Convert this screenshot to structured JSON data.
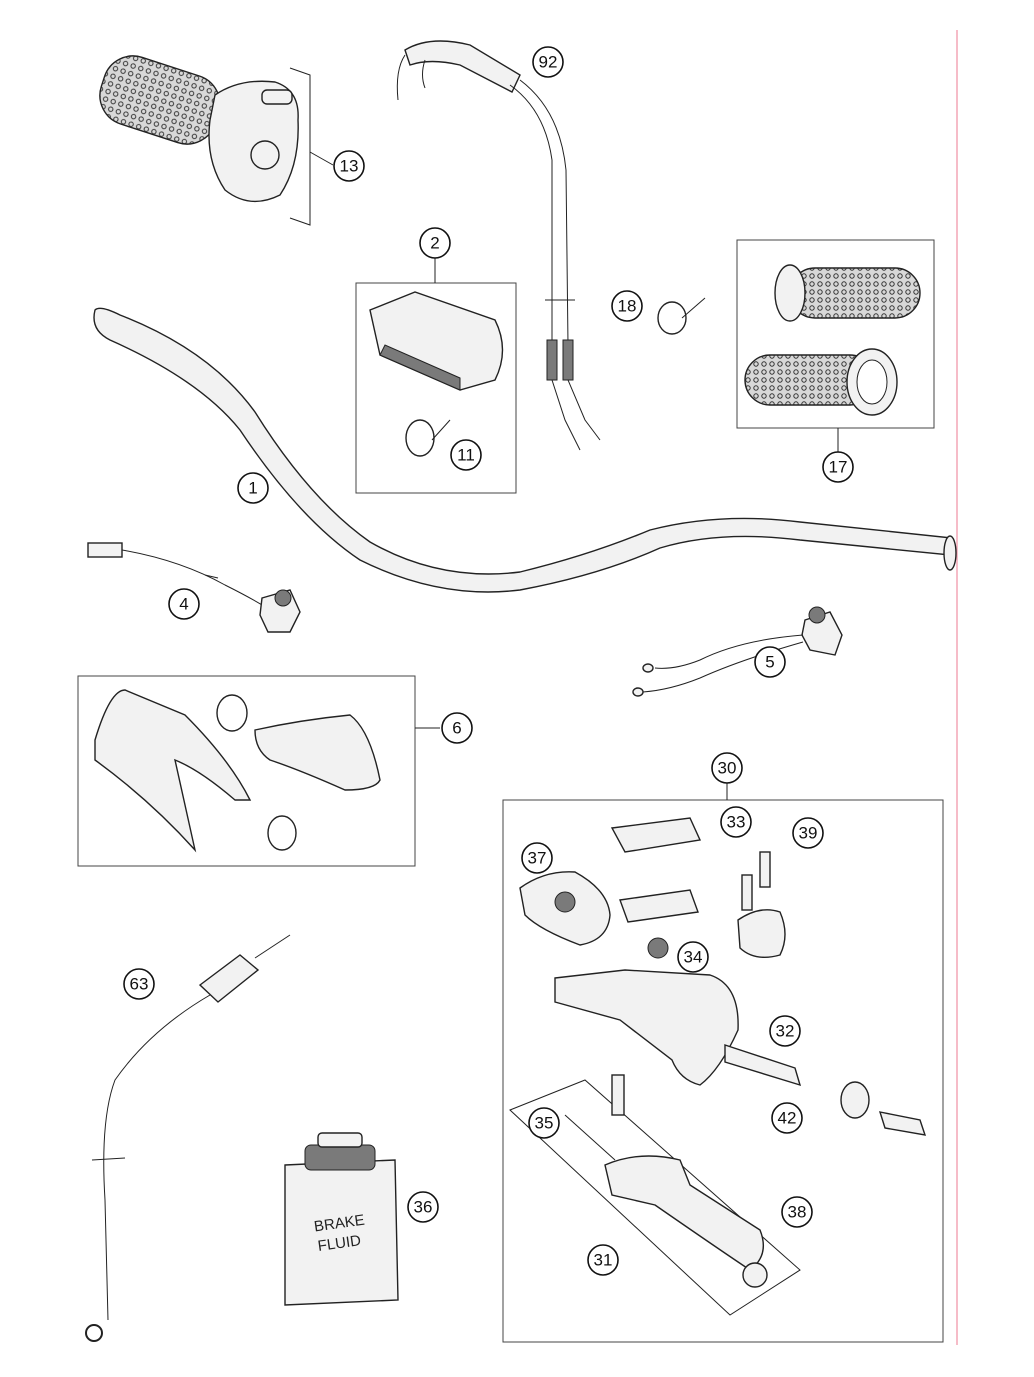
{
  "callouts": {
    "c1": "1",
    "c2": "2",
    "c4": "4",
    "c5": "5",
    "c6": "6",
    "c11": "11",
    "c13": "13",
    "c17": "17",
    "c18": "18",
    "c30": "30",
    "c31": "31",
    "c32": "32",
    "c33": "33",
    "c34": "34",
    "c35": "35",
    "c36": "36",
    "c37": "37",
    "c38": "38",
    "c39": "39",
    "c42": "42",
    "c63": "63",
    "c92": "92"
  },
  "container_label": {
    "line1": "BRAKE",
    "line2": "FLUID"
  },
  "colors": {
    "margin_line": "#f4a6b6",
    "ink": "#222222"
  }
}
